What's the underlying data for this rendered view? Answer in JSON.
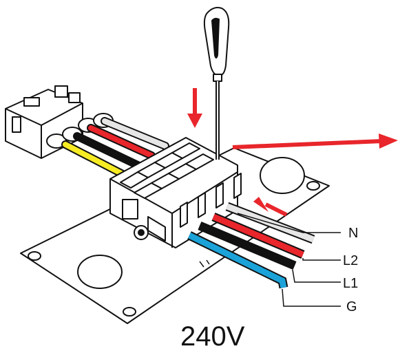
{
  "wire_labels": {
    "neutral": "N",
    "line2": "L2",
    "line1": "L1",
    "ground": "G"
  },
  "voltage": "240V",
  "colors": {
    "neutral_wire": "#e6e6e6",
    "line2_wire": "#e8262b",
    "line1_wire": "#111111",
    "ground_wire": "#1ba3d9",
    "connector_yellow_wire": "#f7ec23",
    "arrow": "#e8262b"
  },
  "icons": [
    "screwdriver-icon"
  ]
}
